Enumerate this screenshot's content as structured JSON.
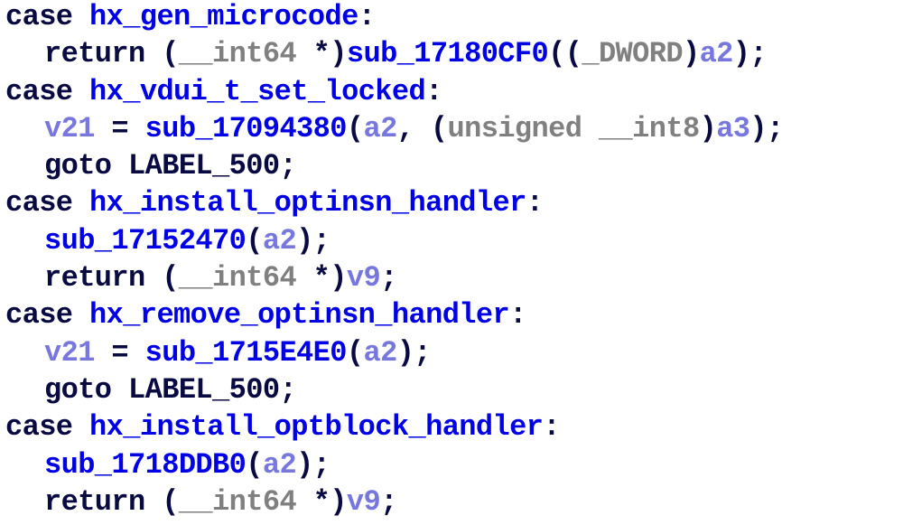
{
  "palette": {
    "keyword": "#0a0a42",
    "name": "#0000e6",
    "type": "#808080",
    "variable": "#7777dd"
  },
  "lines": [
    {
      "indent": false,
      "tokens": [
        {
          "t": "case ",
          "c": "black"
        },
        {
          "t": "hx_gen_microcode",
          "c": "blue"
        },
        {
          "t": ":",
          "c": "black"
        }
      ]
    },
    {
      "indent": true,
      "tokens": [
        {
          "t": "return (",
          "c": "black"
        },
        {
          "t": "__int64",
          "c": "gray"
        },
        {
          "t": " *)",
          "c": "black"
        },
        {
          "t": "sub_17180CF0",
          "c": "blue"
        },
        {
          "t": "((",
          "c": "black"
        },
        {
          "t": "_DWORD",
          "c": "gray"
        },
        {
          "t": ")",
          "c": "black"
        },
        {
          "t": "a2",
          "c": "light"
        },
        {
          "t": ");",
          "c": "black"
        }
      ]
    },
    {
      "indent": false,
      "tokens": [
        {
          "t": "case ",
          "c": "black"
        },
        {
          "t": "hx_vdui_t_set_locked",
          "c": "blue"
        },
        {
          "t": ":",
          "c": "black"
        }
      ]
    },
    {
      "indent": true,
      "tokens": [
        {
          "t": "v21",
          "c": "light"
        },
        {
          "t": " = ",
          "c": "black"
        },
        {
          "t": "sub_17094380",
          "c": "blue"
        },
        {
          "t": "(",
          "c": "black"
        },
        {
          "t": "a2",
          "c": "light"
        },
        {
          "t": ", (",
          "c": "black"
        },
        {
          "t": "unsigned __int8",
          "c": "gray"
        },
        {
          "t": ")",
          "c": "black"
        },
        {
          "t": "a3",
          "c": "light"
        },
        {
          "t": ");",
          "c": "black"
        }
      ]
    },
    {
      "indent": true,
      "tokens": [
        {
          "t": "goto LABEL_500;",
          "c": "black"
        }
      ]
    },
    {
      "indent": false,
      "tokens": [
        {
          "t": "case ",
          "c": "black"
        },
        {
          "t": "hx_install_optinsn_handler",
          "c": "blue"
        },
        {
          "t": ":",
          "c": "black"
        }
      ]
    },
    {
      "indent": true,
      "tokens": [
        {
          "t": "sub_17152470",
          "c": "blue"
        },
        {
          "t": "(",
          "c": "black"
        },
        {
          "t": "a2",
          "c": "light"
        },
        {
          "t": ");",
          "c": "black"
        }
      ]
    },
    {
      "indent": true,
      "tokens": [
        {
          "t": "return (",
          "c": "black"
        },
        {
          "t": "__int64",
          "c": "gray"
        },
        {
          "t": " *)",
          "c": "black"
        },
        {
          "t": "v9",
          "c": "light"
        },
        {
          "t": ";",
          "c": "black"
        }
      ]
    },
    {
      "indent": false,
      "tokens": [
        {
          "t": "case ",
          "c": "black"
        },
        {
          "t": "hx_remove_optinsn_handler",
          "c": "blue"
        },
        {
          "t": ":",
          "c": "black"
        }
      ]
    },
    {
      "indent": true,
      "tokens": [
        {
          "t": "v21",
          "c": "light"
        },
        {
          "t": " = ",
          "c": "black"
        },
        {
          "t": "sub_1715E4E0",
          "c": "blue"
        },
        {
          "t": "(",
          "c": "black"
        },
        {
          "t": "a2",
          "c": "light"
        },
        {
          "t": ");",
          "c": "black"
        }
      ]
    },
    {
      "indent": true,
      "tokens": [
        {
          "t": "goto LABEL_500;",
          "c": "black"
        }
      ]
    },
    {
      "indent": false,
      "tokens": [
        {
          "t": "case ",
          "c": "black"
        },
        {
          "t": "hx_install_optblock_handler",
          "c": "blue"
        },
        {
          "t": ":",
          "c": "black"
        }
      ]
    },
    {
      "indent": true,
      "tokens": [
        {
          "t": "sub_1718DDB0",
          "c": "blue"
        },
        {
          "t": "(",
          "c": "black"
        },
        {
          "t": "a2",
          "c": "light"
        },
        {
          "t": ");",
          "c": "black"
        }
      ]
    },
    {
      "indent": true,
      "tokens": [
        {
          "t": "return (",
          "c": "black"
        },
        {
          "t": "__int64",
          "c": "gray"
        },
        {
          "t": " *)",
          "c": "black"
        },
        {
          "t": "v9",
          "c": "light"
        },
        {
          "t": ";",
          "c": "black"
        }
      ]
    }
  ]
}
